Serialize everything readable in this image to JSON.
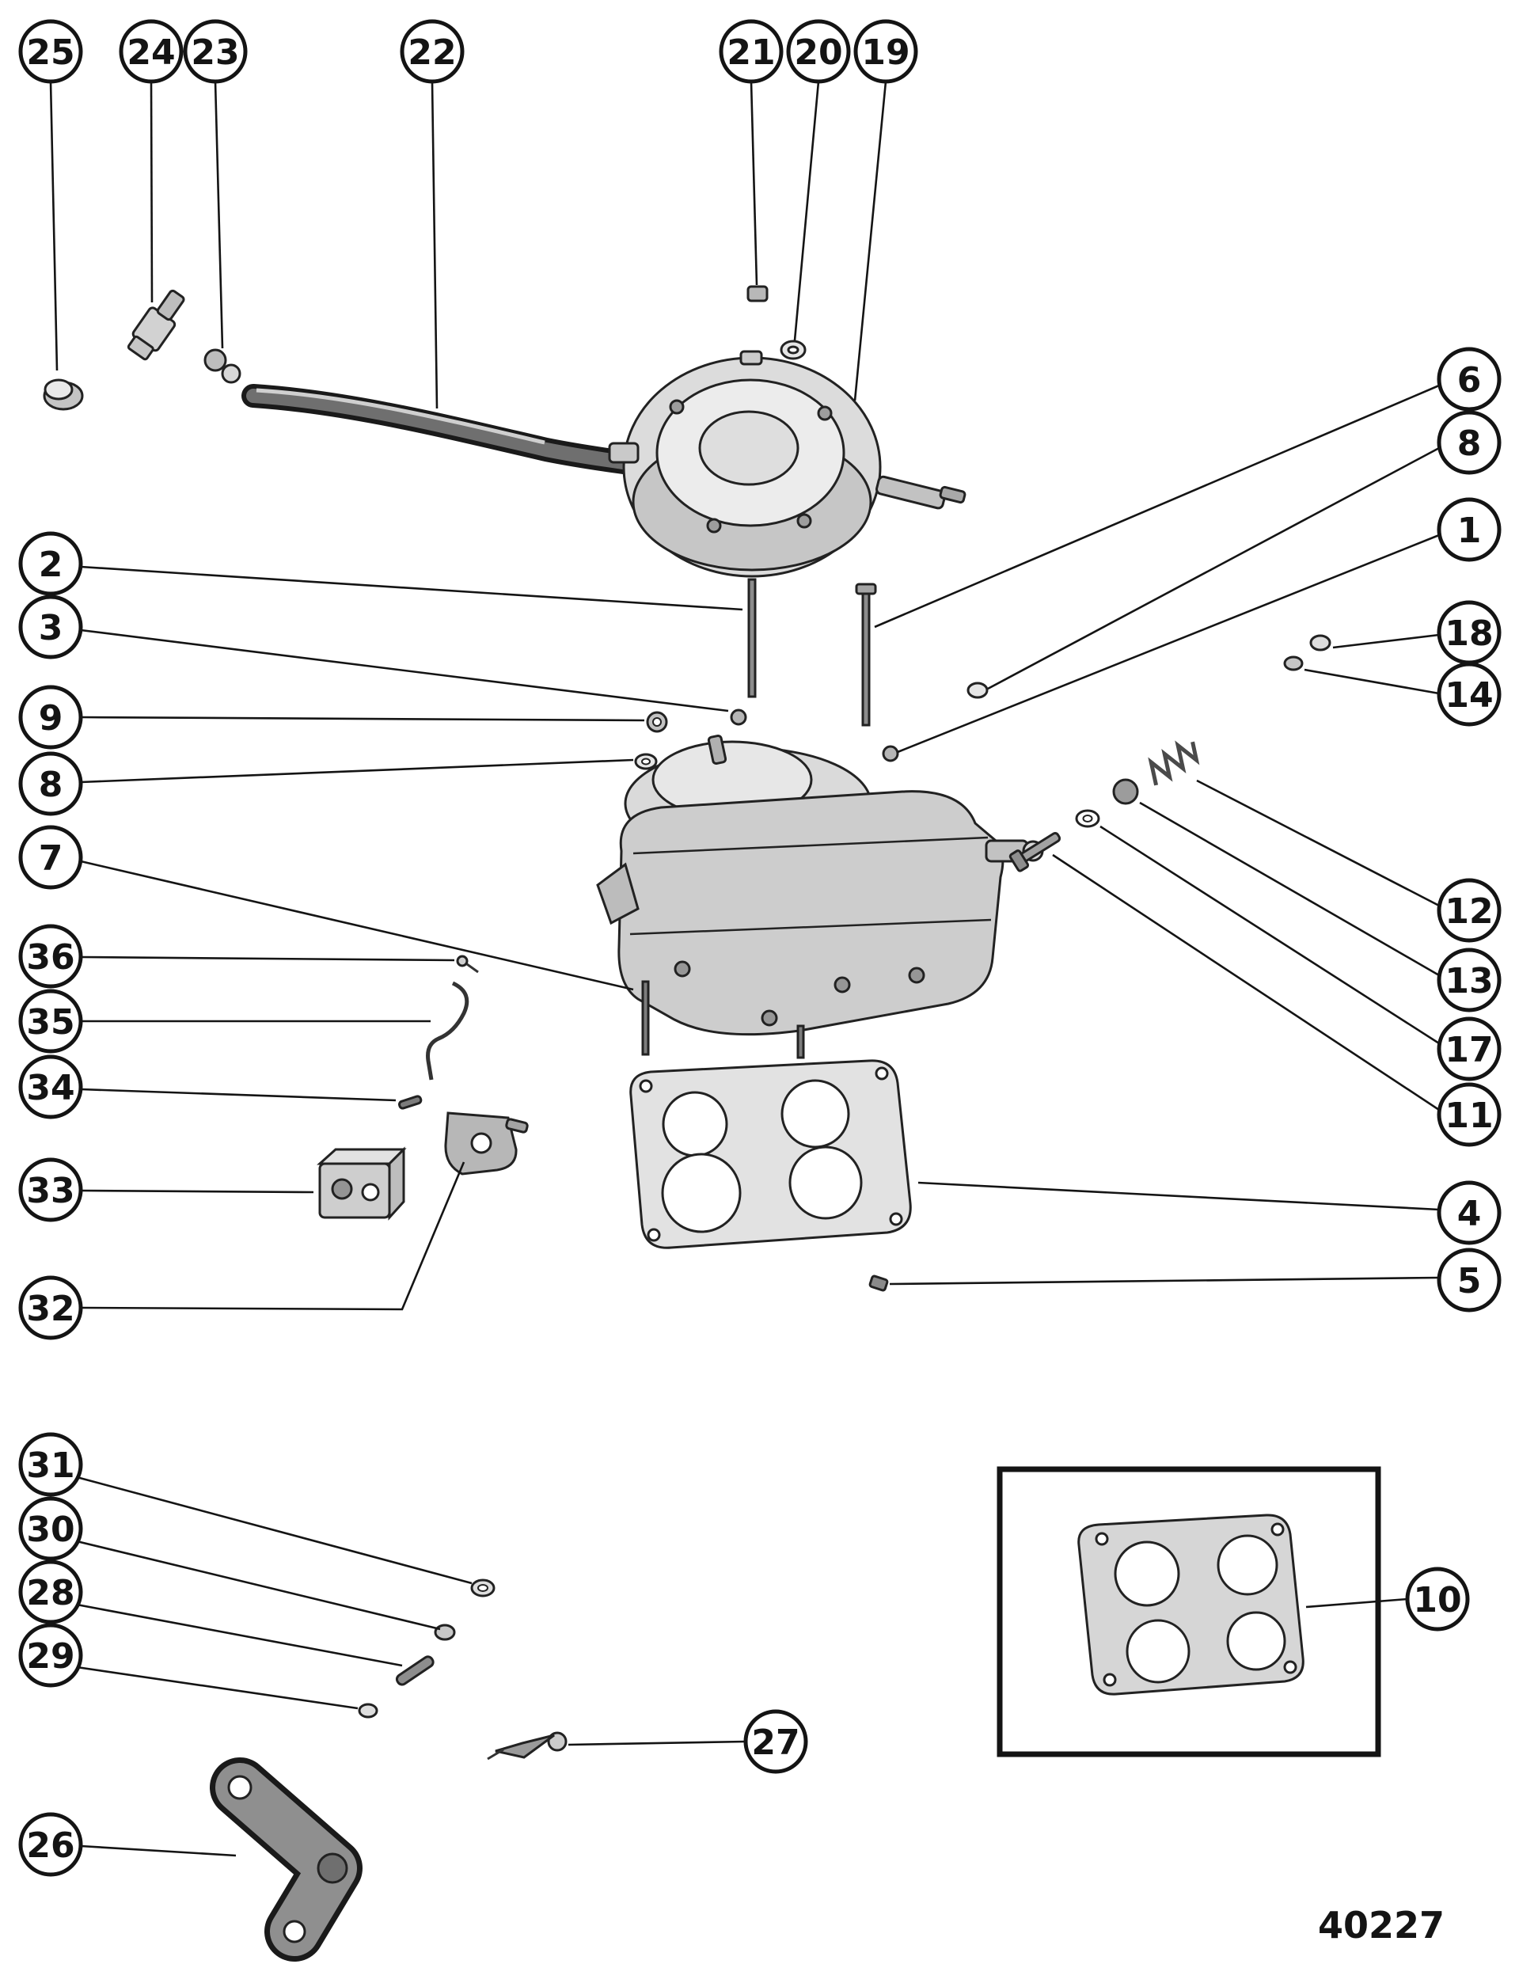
{
  "figure": {
    "drawing_number": "40227"
  },
  "callouts": {
    "top": [
      "25",
      "24",
      "23",
      "22",
      "21",
      "20",
      "19"
    ],
    "right": [
      "6",
      "8",
      "1",
      "18",
      "14",
      "12",
      "13",
      "17",
      "11",
      "4",
      "5"
    ],
    "left": [
      "2",
      "3",
      "9",
      "8",
      "7",
      "36",
      "35",
      "34",
      "33",
      "32",
      "31",
      "30",
      "28",
      "29",
      "26"
    ],
    "bottom": [
      "27"
    ],
    "inset": [
      "10"
    ]
  }
}
